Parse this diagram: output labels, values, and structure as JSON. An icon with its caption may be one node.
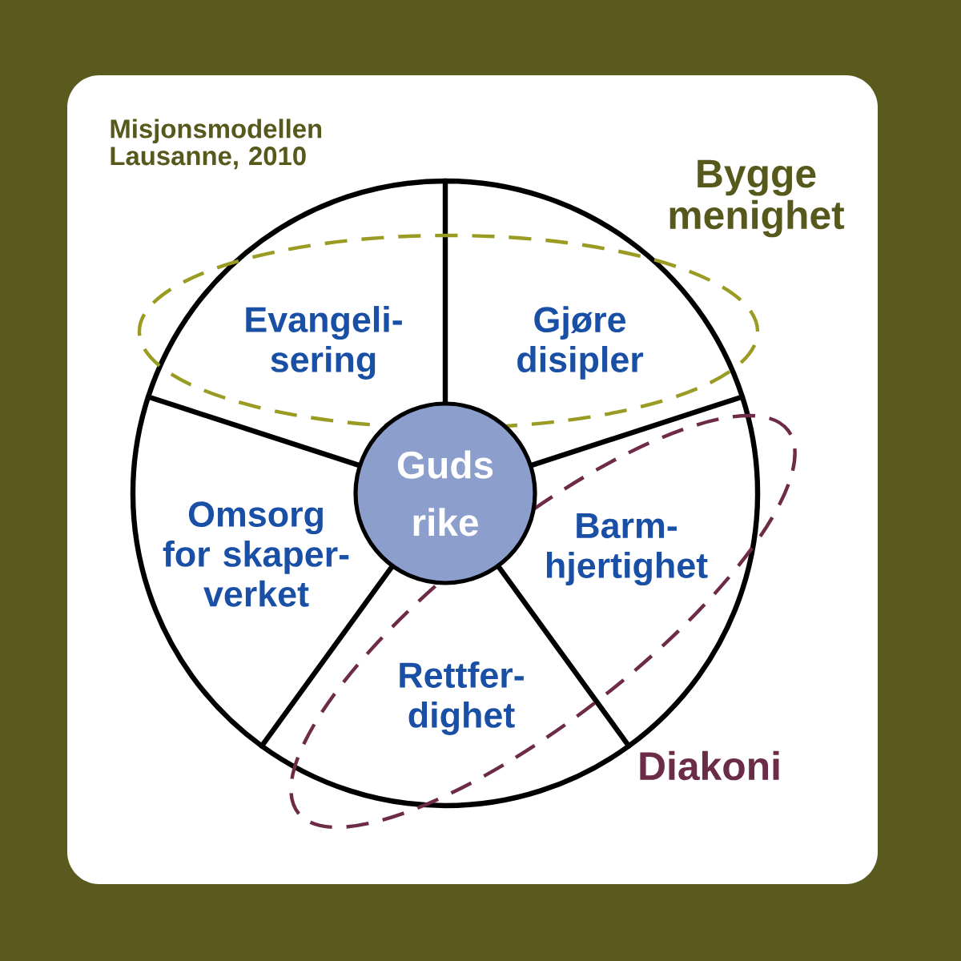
{
  "diagram": {
    "title": "Misjonsmodellen Lausanne, 2010",
    "nodes": [
      {
        "text": [
          "Bygge menighet"
        ]
      },
      {
        "text": [
          "Evangeli- sering"
        ]
      },
      {
        "text": [
          "Gjøre disipler"
        ]
      },
      {
        "text": [
          "Guds rike"
        ]
      },
      {
        "text": [
          "Omsorg for skaper- verket"
        ]
      },
      {
        "text": [
          "Barm- hjertighet"
        ]
      },
      {
        "text": [
          "Rettfer- dighet"
        ]
      },
      {
        "text": [
          "Diakoni"
        ]
      }
    ]
  }
}
